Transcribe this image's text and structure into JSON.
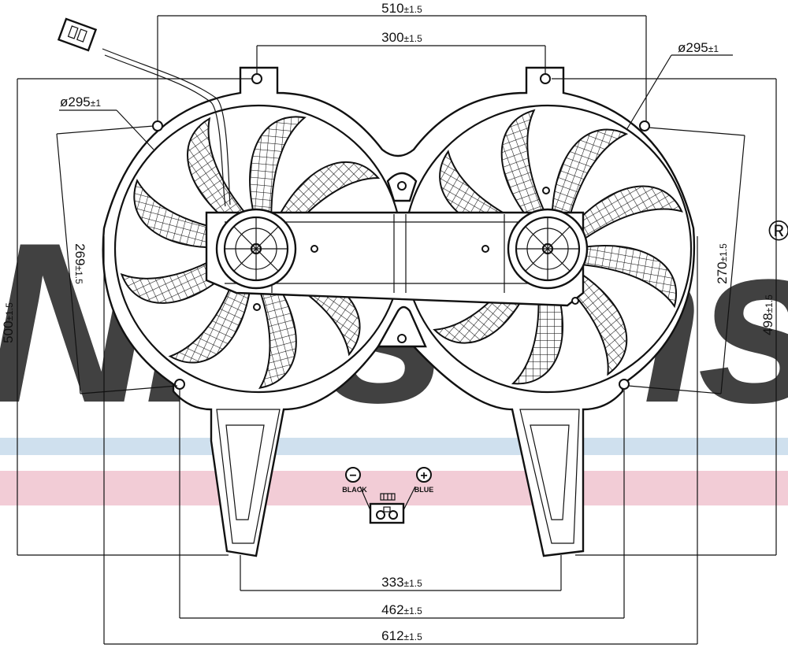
{
  "watermark": {
    "text": "Nissens",
    "registered": "®",
    "color": "#c9d9e8",
    "band_blue": "#cfe0ee",
    "band_pink": "#f2ccd6"
  },
  "dimensions": {
    "top_width": {
      "value": "510",
      "tol": "±1.5"
    },
    "mount_spacing": {
      "value": "300",
      "tol": "±1.5"
    },
    "fan_dia_right": {
      "value": "ø295",
      "tol": "±1"
    },
    "fan_dia_left": {
      "value": "ø295",
      "tol": "±1"
    },
    "left_height": {
      "value": "269",
      "tol": "±1.5"
    },
    "right_height": {
      "value": "270",
      "tol": "±1.5"
    },
    "total_height": {
      "value": "500",
      "tol": "±1.5"
    },
    "right_total": {
      "value": "498",
      "tol": "±1.5"
    },
    "foot_inner": {
      "value": "333",
      "tol": "±1.5"
    },
    "hole_spacing": {
      "value": "462",
      "tol": "±1.5"
    },
    "overall_width": {
      "value": "612",
      "tol": "±1.5"
    }
  },
  "connector": {
    "minus_symbol": "−",
    "plus_symbol": "+",
    "minus_label": "BLACK",
    "plus_label": "BLUE"
  }
}
